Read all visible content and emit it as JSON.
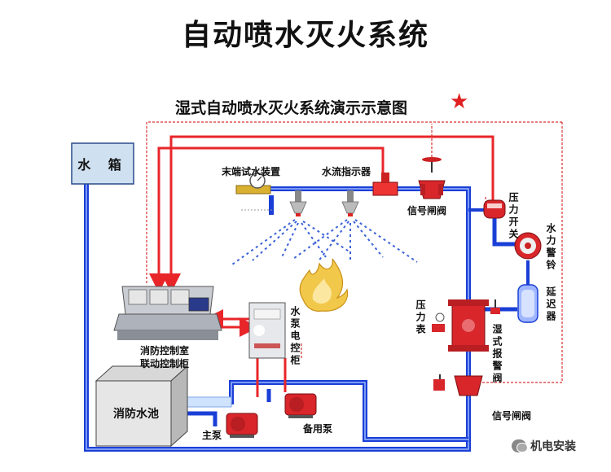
{
  "title": "自动喷水灭火系统",
  "subtitle": "湿式自动喷水灭火系统演示示意图",
  "subtitle_mark": "★",
  "labels": {
    "water_tank": "水 箱",
    "end_test_device": "末端试水装置",
    "water_flow_indicator": "水流指示器",
    "signal_valve_top": "信号闸阀",
    "pressure_switch": "压力开关",
    "water_motor_alarm_bell": "水力警铃",
    "retard_chamber": "延迟器",
    "fire_control_room": "消防控制室",
    "linkage_control_cabinet": "联动控制柜",
    "pump_control_cabinet": "水泵电控柜",
    "pressure_gauge": "压力表",
    "wet_alarm_valve": "湿式报警阀",
    "fire_pool": "消防水池",
    "signal_valve_bottom": "信号闸阀",
    "main_pump": "主泵",
    "standby_pump": "备用泵"
  },
  "watermark": "机电安装",
  "colors": {
    "water_pipe": "#1a3fd6",
    "signal_line": "#e8262a",
    "dashed_signal": "#d83030",
    "valve": "#d8262b",
    "fire": "#f2c84a"
  }
}
